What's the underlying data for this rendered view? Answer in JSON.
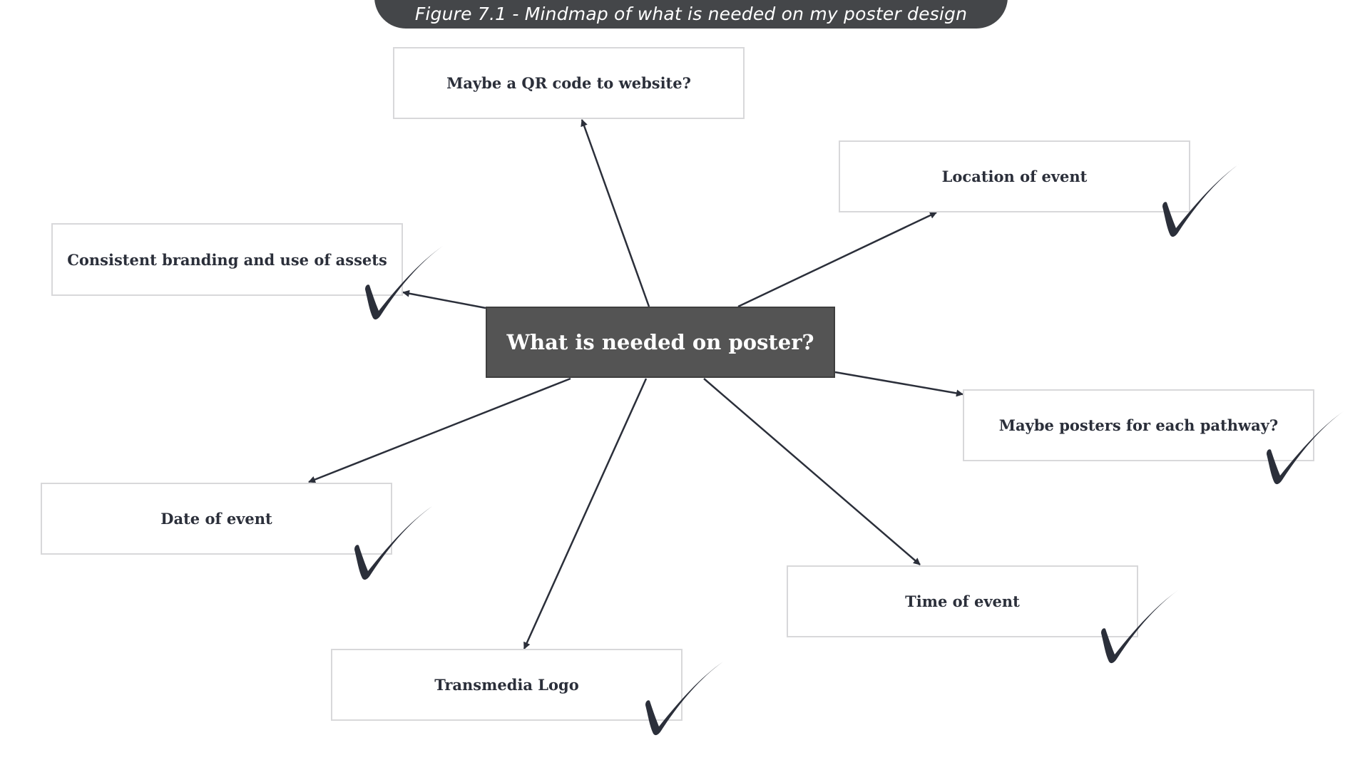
{
  "caption": "Figure 7.1 - Mindmap of what is needed on my poster design",
  "center": "What is needed on poster?",
  "nodes": [
    {
      "label": "Maybe a QR code to website?",
      "checked": false
    },
    {
      "label": "Location of event",
      "checked": true
    },
    {
      "label": "Consistent branding and use of assets",
      "checked": true
    },
    {
      "label": "Maybe posters for each pathway?",
      "checked": true
    },
    {
      "label": "Date of event",
      "checked": true
    },
    {
      "label": "Time of event",
      "checked": true
    },
    {
      "label": "Transmedia Logo",
      "checked": true
    }
  ],
  "colors": {
    "caption_bg": "#444649",
    "center_bg": "#545454",
    "node_border": "#d8d8da",
    "ink": "#2b2f3a"
  },
  "icons": {
    "check": "checkmark-icon",
    "arrow": "arrow-connector"
  }
}
